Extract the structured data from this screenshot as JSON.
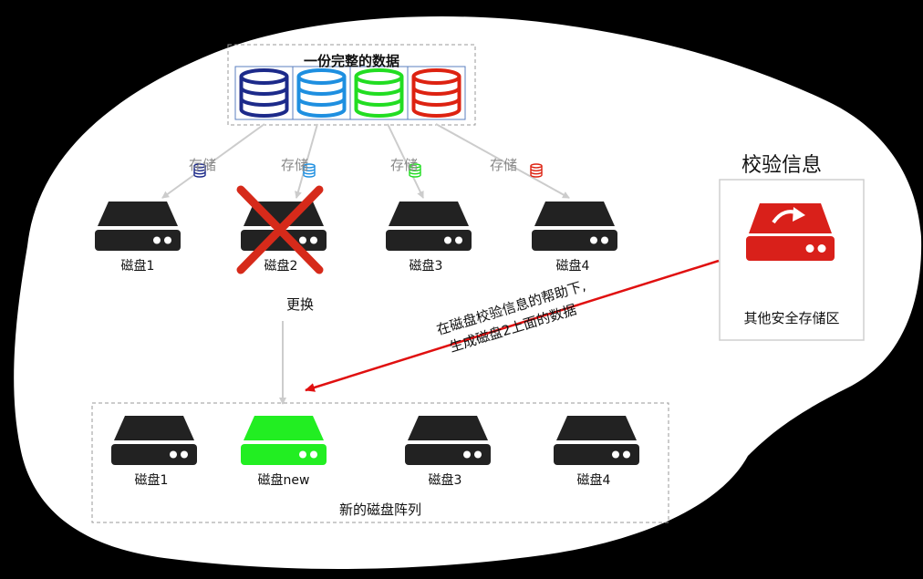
{
  "data_box": {
    "title": "一份完整的数据",
    "db_colors": [
      "#1c2a8a",
      "#1e8fe0",
      "#22dd22",
      "#dd2211"
    ]
  },
  "store_labels": [
    "存储",
    "存储",
    "存储",
    "存储"
  ],
  "old_array": {
    "disks": [
      "磁盘1",
      "磁盘2",
      "磁盘3",
      "磁盘4"
    ],
    "failed_index": 1
  },
  "replace_label": "更换",
  "parity": {
    "title": "校验信息",
    "area_label": "其他安全存储区",
    "accent": "#d9201a"
  },
  "rebuild_note": [
    "在磁盘校验信息的帮助下,",
    "生成磁盘2上面的数据"
  ],
  "new_array": {
    "disks": [
      "磁盘1",
      "磁盘new",
      "磁盘3",
      "磁盘4"
    ],
    "new_index": 1,
    "new_color": "#22ee22",
    "label": "新的磁盘阵列"
  },
  "colors": {
    "disk": "#222222",
    "fail_cross": "#d62a1a",
    "arrow": "#e01010",
    "connector": "#cccccc"
  }
}
